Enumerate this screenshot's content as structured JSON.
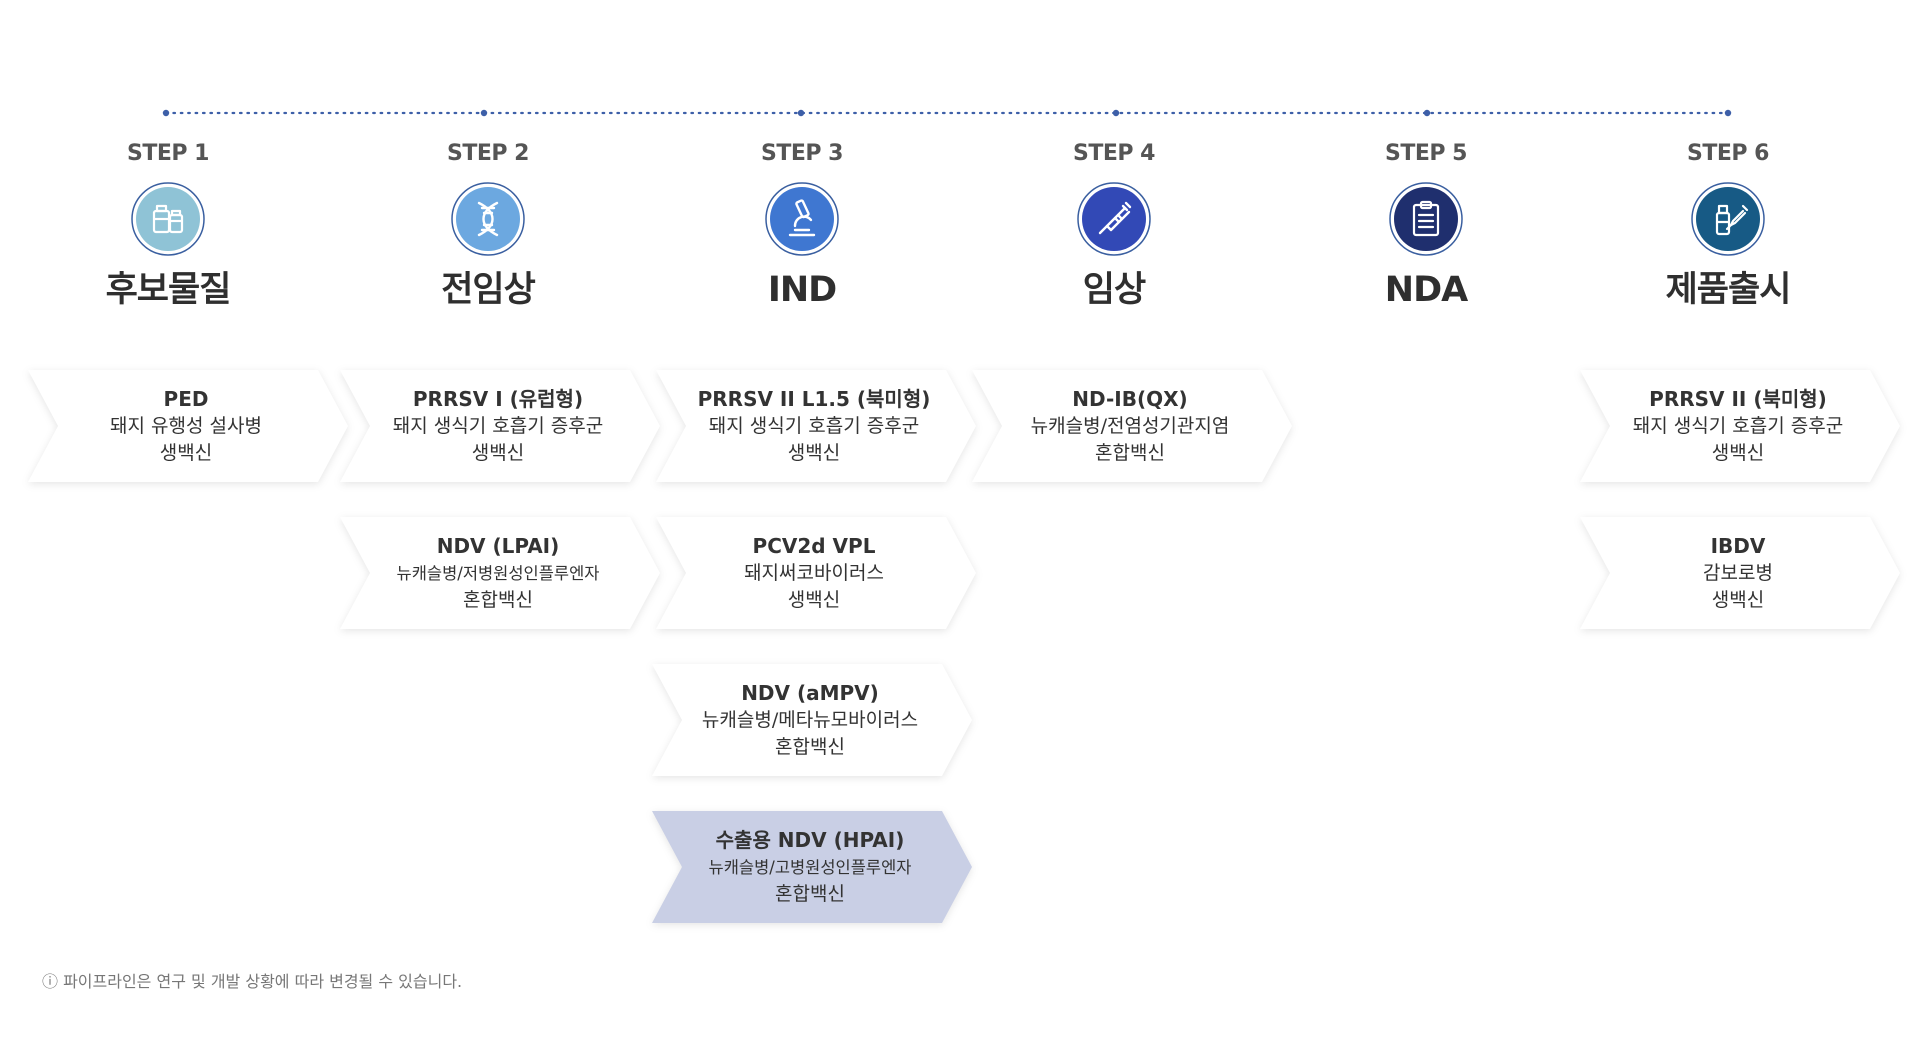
{
  "steps": [
    {
      "label": "STEP 1",
      "name": "후보물질",
      "icon": "bottles-icon",
      "color": "#8fc3d6"
    },
    {
      "label": "STEP 2",
      "name": "전임상",
      "icon": "dna-icon",
      "color": "#6ca8e0"
    },
    {
      "label": "STEP 3",
      "name": "IND",
      "icon": "microscope-icon",
      "color": "#3f77d1"
    },
    {
      "label": "STEP 4",
      "name": "임상",
      "icon": "syringe-icon",
      "color": "#3249b6"
    },
    {
      "label": "STEP 5",
      "name": "NDA",
      "icon": "clipboard-icon",
      "color": "#1f2f6e"
    },
    {
      "label": "STEP 6",
      "name": "제품출시",
      "icon": "vaccine-icon",
      "color": "#175a85"
    }
  ],
  "colors": {
    "timeline_dots": "#3d5fa8",
    "chevron_default": "#ffffff",
    "chevron_highlight": "#c9cfe5"
  },
  "pipeline": [
    {
      "title": "PED",
      "line2": "돼지 유행성 설사병",
      "line3": "생백신",
      "highlight": false
    },
    {
      "title": "PRRSV I (유럽형)",
      "line2": "돼지 생식기 호흡기 증후군",
      "line3": "생백신",
      "highlight": false
    },
    {
      "title": "NDV (LPAI)",
      "line2": "뉴캐슬병/저병원성인플루엔자",
      "line3": "혼합백신",
      "highlight": false
    },
    {
      "title": "PRRSV II L1.5 (북미형)",
      "line2": "돼지 생식기 호흡기 증후군",
      "line3": "생백신",
      "highlight": false
    },
    {
      "title": "PCV2d VPL",
      "line2": "돼지써코바이러스",
      "line3": "생백신",
      "highlight": false
    },
    {
      "title": "NDV (aMPV)",
      "line2": "뉴캐슬병/메타뉴모바이러스",
      "line3": "혼합백신",
      "highlight": false
    },
    {
      "title": "수출용 NDV (HPAI)",
      "line2": "뉴캐슬병/고병원성인플루엔자",
      "line3": "혼합백신",
      "highlight": true
    },
    {
      "title": "ND-IB(QX)",
      "line2": "뉴캐슬병/전염성기관지염",
      "line3": "혼합백신",
      "highlight": false
    },
    {
      "title": "PRRSV II (북미형)",
      "line2": "돼지 생식기 호흡기 증후군",
      "line3": "생백신",
      "highlight": false
    },
    {
      "title": "IBDV",
      "line2": "감보로병",
      "line3": "생백신",
      "highlight": false
    }
  ],
  "note": "ⓘ 파이프라인은 연구 및 개발 상황에 따라 변경될 수 있습니다."
}
